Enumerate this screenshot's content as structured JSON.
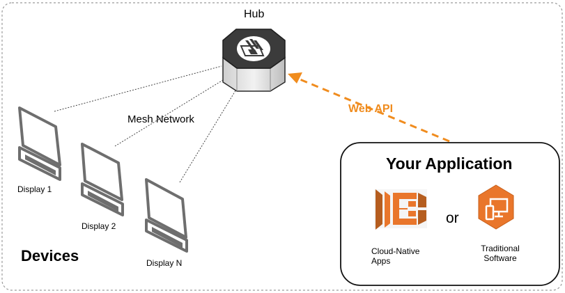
{
  "hub": {
    "label": "Hub"
  },
  "mesh": {
    "label": "Mesh Network"
  },
  "api": {
    "label": "Web API",
    "color": "#f08c1e"
  },
  "devices": {
    "title": "Devices",
    "displays": [
      {
        "label": "Display 1"
      },
      {
        "label": "Display 2"
      },
      {
        "label": "Display N"
      }
    ]
  },
  "application": {
    "title": "Your Application",
    "separator": "or",
    "options": [
      {
        "label_line1": "Cloud-Native",
        "label_line2": "Apps",
        "icon": "container-service-icon"
      },
      {
        "label_line1": "Traditional",
        "label_line2": "Software",
        "icon": "desktop-devices-icon"
      }
    ]
  },
  "colors": {
    "accent": "#f08c1e",
    "icon_orange": "#e9762b",
    "icon_orange_dark": "#b55d1f",
    "device_gray": "#6e6e6e",
    "hub_dark": "#3b3b3b"
  }
}
